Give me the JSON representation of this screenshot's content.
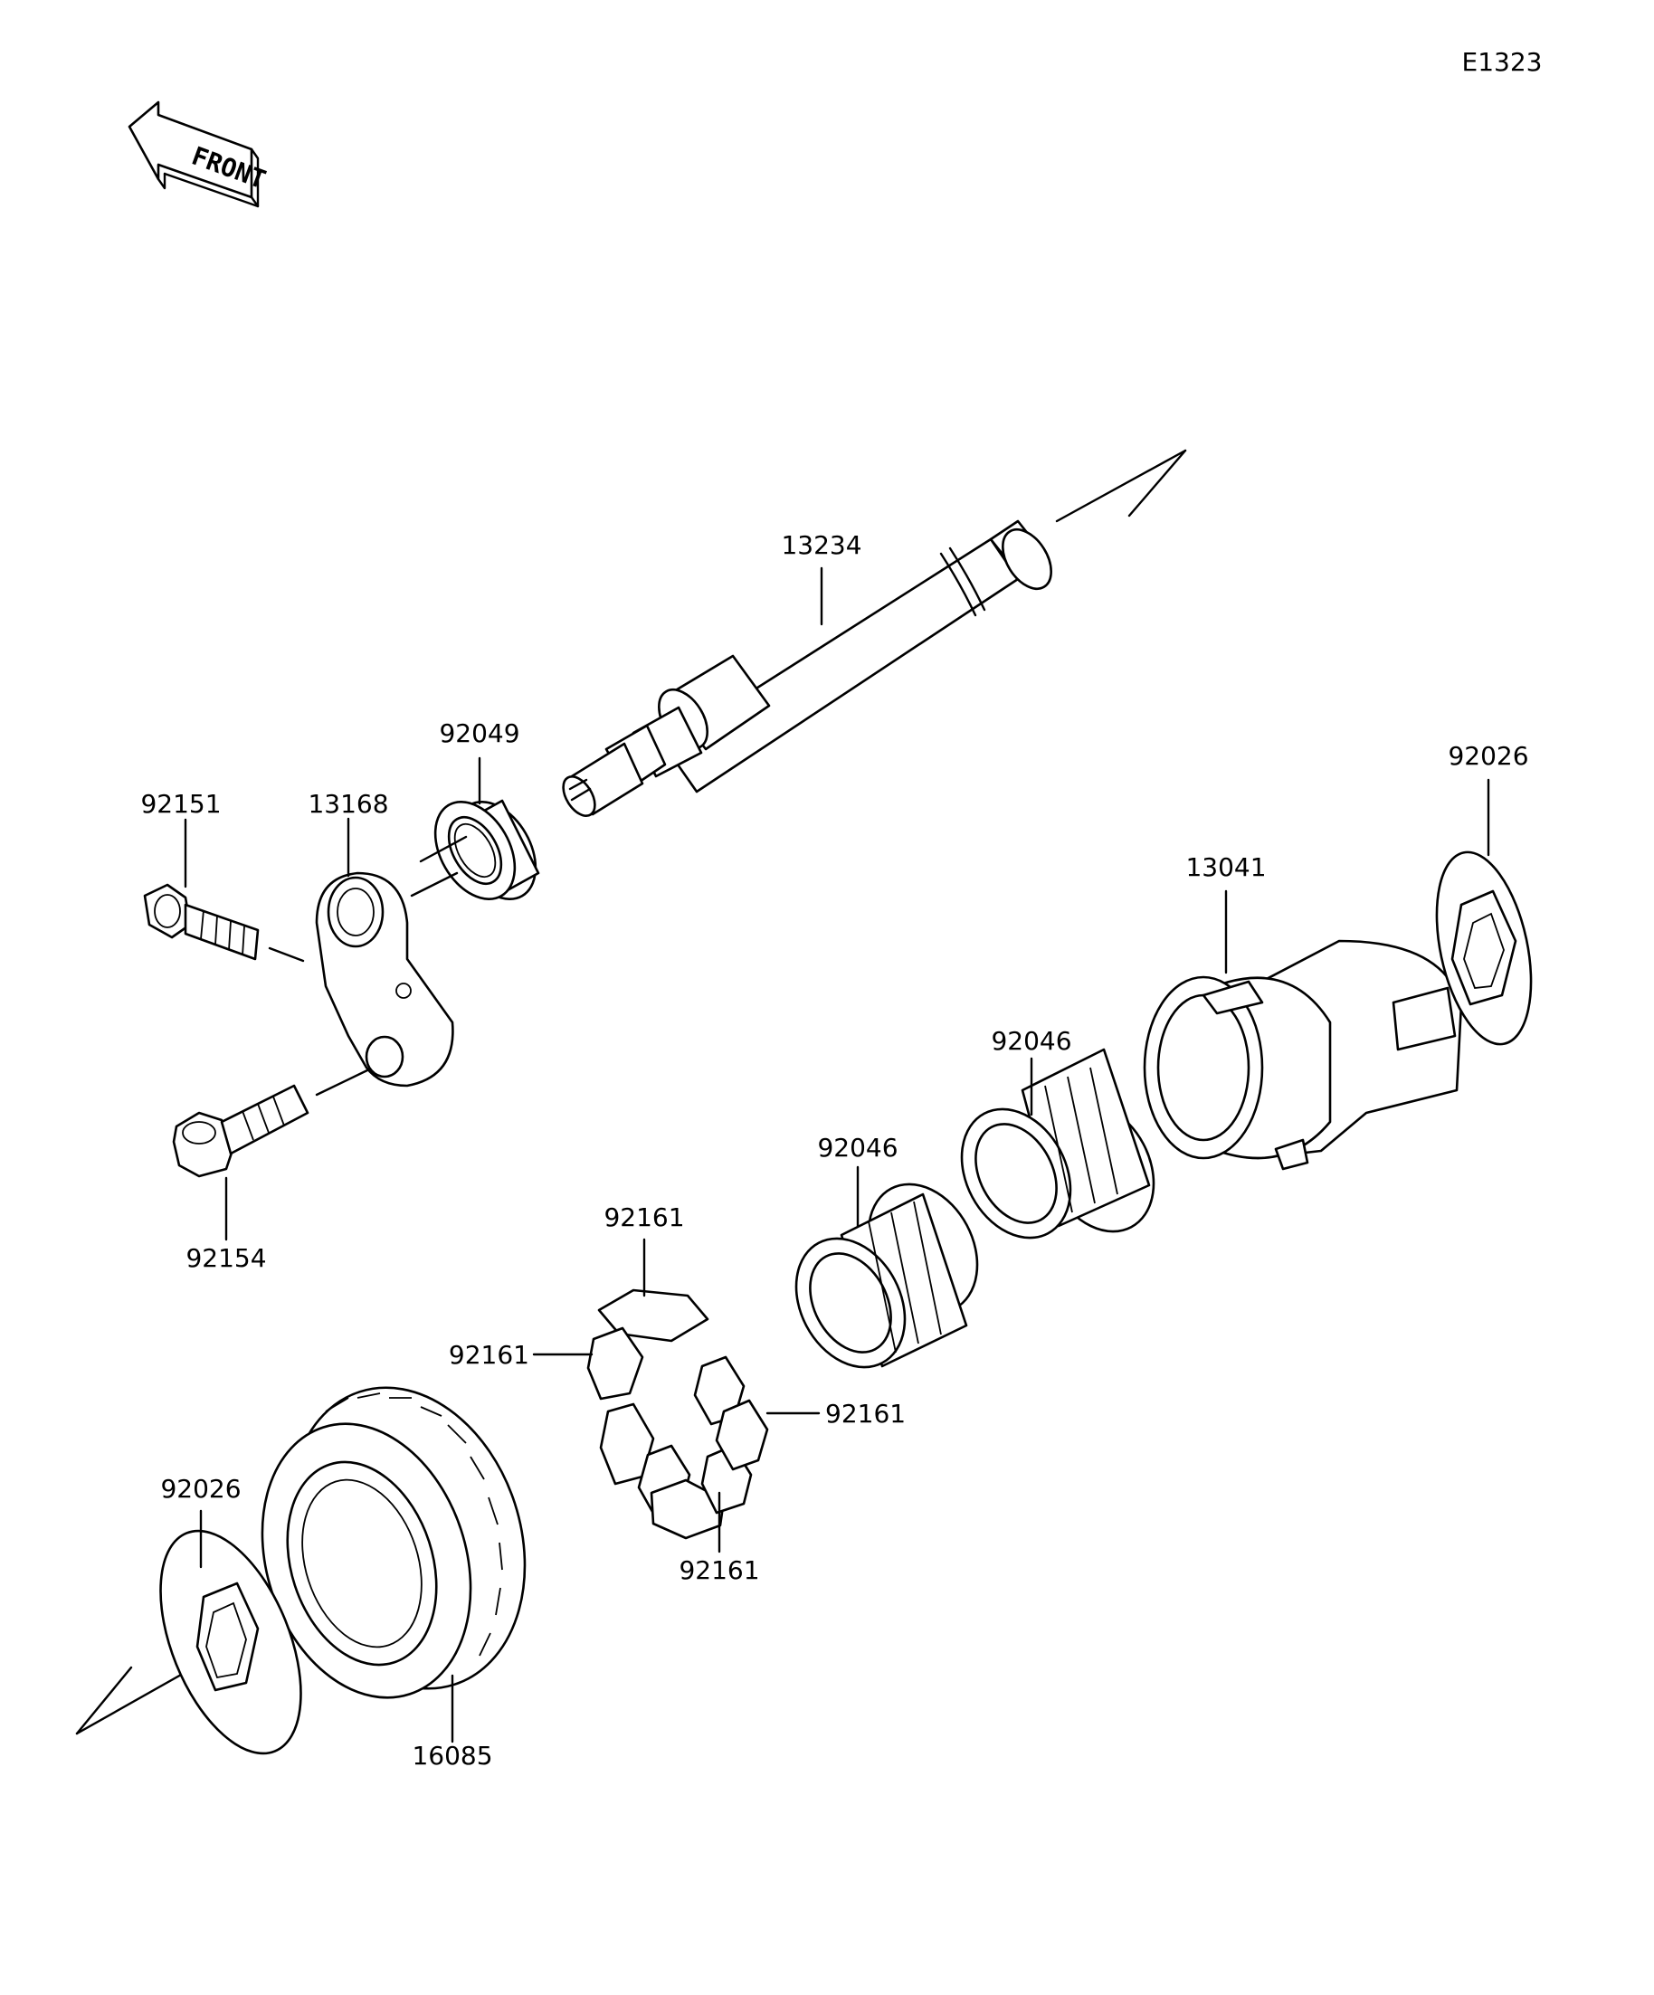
{
  "diagram_id": "E1323",
  "front_label": "FRONT",
  "callouts": {
    "c13234": "13234",
    "c92049": "92049",
    "c92151": "92151",
    "c13168": "13168",
    "c92154": "92154",
    "c13041": "13041",
    "c92026_top": "92026",
    "c92046_right": "92046",
    "c92046_left": "92046",
    "c92161_top": "92161",
    "c92161_left": "92161",
    "c92161_right": "92161",
    "c92161_bottom": "92161",
    "c92026_bottom": "92026",
    "c16085": "16085"
  }
}
